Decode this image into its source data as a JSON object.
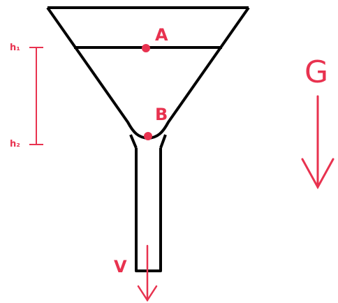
{
  "labels": {
    "point_a": "A",
    "point_b": "B",
    "height_1": "h₁",
    "height_2": "h₂",
    "gravity": "G",
    "velocity": "V"
  },
  "colors": {
    "outline": "#000000",
    "annotation": "#e8324f",
    "background": "#ffffff"
  }
}
